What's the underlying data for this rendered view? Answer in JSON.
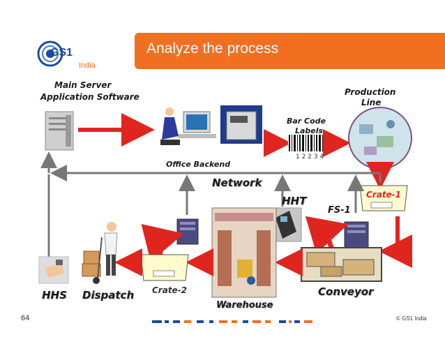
{
  "header": {
    "logo_text": "GS1",
    "logo_country": "India",
    "title": "Analyze the process"
  },
  "diagram": {
    "labels": {
      "main_server": "Main Server",
      "application_software": "Application Software",
      "office_backend": "Office Backend",
      "bar_code": "Bar Code",
      "labels": "Labels",
      "barcode_digits": "1 2 2 3 4",
      "production": "Production",
      "line": "Line",
      "network": "Network",
      "hht": "HHT",
      "crate1": "Crate-1",
      "fs1": "FS-1",
      "hhs": "HHS",
      "dispatch": "Dispatch",
      "crate2": "Crate-2",
      "warehouse": "Warehouse",
      "conveyor": "Conveyor"
    },
    "colors": {
      "accent": "#f26e21",
      "arrow_red": "#e0251f",
      "network_line": "#777777"
    }
  },
  "footer": {
    "page_number": "64",
    "copyright": "© GS1 India"
  }
}
